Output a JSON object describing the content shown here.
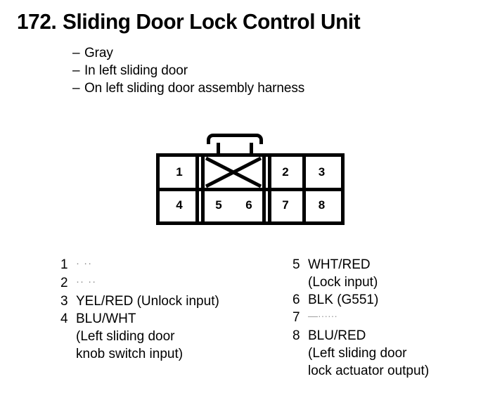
{
  "title": {
    "number": "172.",
    "name": "Sliding Door Lock Control Unit"
  },
  "description": [
    {
      "dash": "–",
      "text": "Gray"
    },
    {
      "dash": "–",
      "text": "In left sliding door"
    },
    {
      "dash": "–",
      "text": "On left sliding door assembly harness"
    }
  ],
  "connector": {
    "top_row": [
      {
        "pin": "1"
      },
      {
        "pin": "2"
      },
      {
        "pin": "3"
      }
    ],
    "bottom_row": [
      {
        "pin": "4"
      },
      {
        "pin": "5"
      },
      {
        "pin": "6"
      },
      {
        "pin": "7"
      },
      {
        "pin": "8"
      }
    ],
    "blank_region_label": "X"
  },
  "pin_legend_left": [
    {
      "pin": "1",
      "desc": "· ··",
      "blank": true,
      "cont": ""
    },
    {
      "pin": "2",
      "desc": "·· ··",
      "blank": true,
      "cont": ""
    },
    {
      "pin": "3",
      "desc": "YEL/RED (Unlock input)",
      "blank": false,
      "cont": ""
    },
    {
      "pin": "4",
      "desc": "BLU/WHT",
      "blank": false,
      "cont": "(Left sliding door",
      "cont2": "knob switch input)"
    }
  ],
  "pin_legend_right": [
    {
      "pin": "5",
      "desc": "WHT/RED",
      "blank": false,
      "cont": "(Lock input)"
    },
    {
      "pin": "6",
      "desc": "BLK (G551)",
      "blank": false,
      "cont": ""
    },
    {
      "pin": "7",
      "desc": "—······",
      "blank": true,
      "cont": ""
    },
    {
      "pin": "8",
      "desc": "BLU/RED",
      "blank": false,
      "cont": "(Left sliding door",
      "cont2": "lock actuator output)"
    }
  ],
  "colors": {
    "ink": "#000000",
    "paper": "#ffffff"
  }
}
